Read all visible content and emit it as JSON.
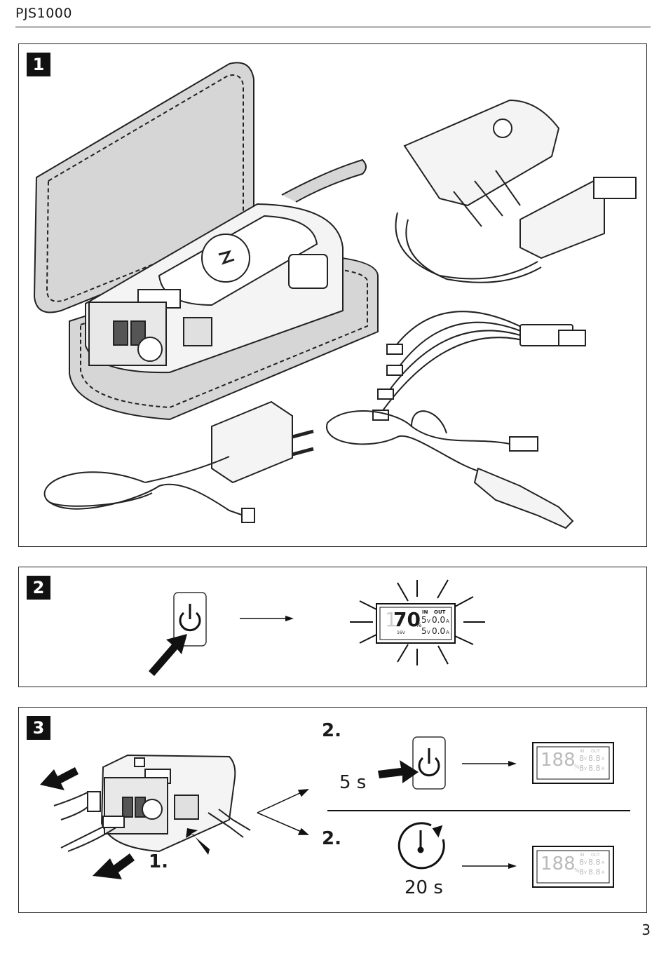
{
  "header": {
    "model": "PJS1000"
  },
  "page_number": "3",
  "panel1": {
    "badge": "1"
  },
  "panel2": {
    "badge": "2",
    "display": {
      "percent_digits": "70",
      "percent_sign": "%",
      "in_label": "IN",
      "out_label": "OUT",
      "in_value": "0.0",
      "out_value": "0.0",
      "volt_1": "5",
      "volt_2": "5",
      "v_unit": "V",
      "a_unit": "A",
      "sub_label": "16V",
      "faded_digit": "1"
    }
  },
  "panel3": {
    "badge": "3",
    "step1_label": "1.",
    "step2_label_top": "2.",
    "step2_label_bottom": "2.",
    "hold_time": "5 s",
    "timeout": "20 s",
    "display_blank": {
      "digits": "188",
      "percent_sign": "%",
      "in_label": "IN",
      "out_label": "OUT",
      "row_value": "8.8",
      "volt_digit": "8",
      "v_unit": "V",
      "a_unit": "A"
    }
  }
}
